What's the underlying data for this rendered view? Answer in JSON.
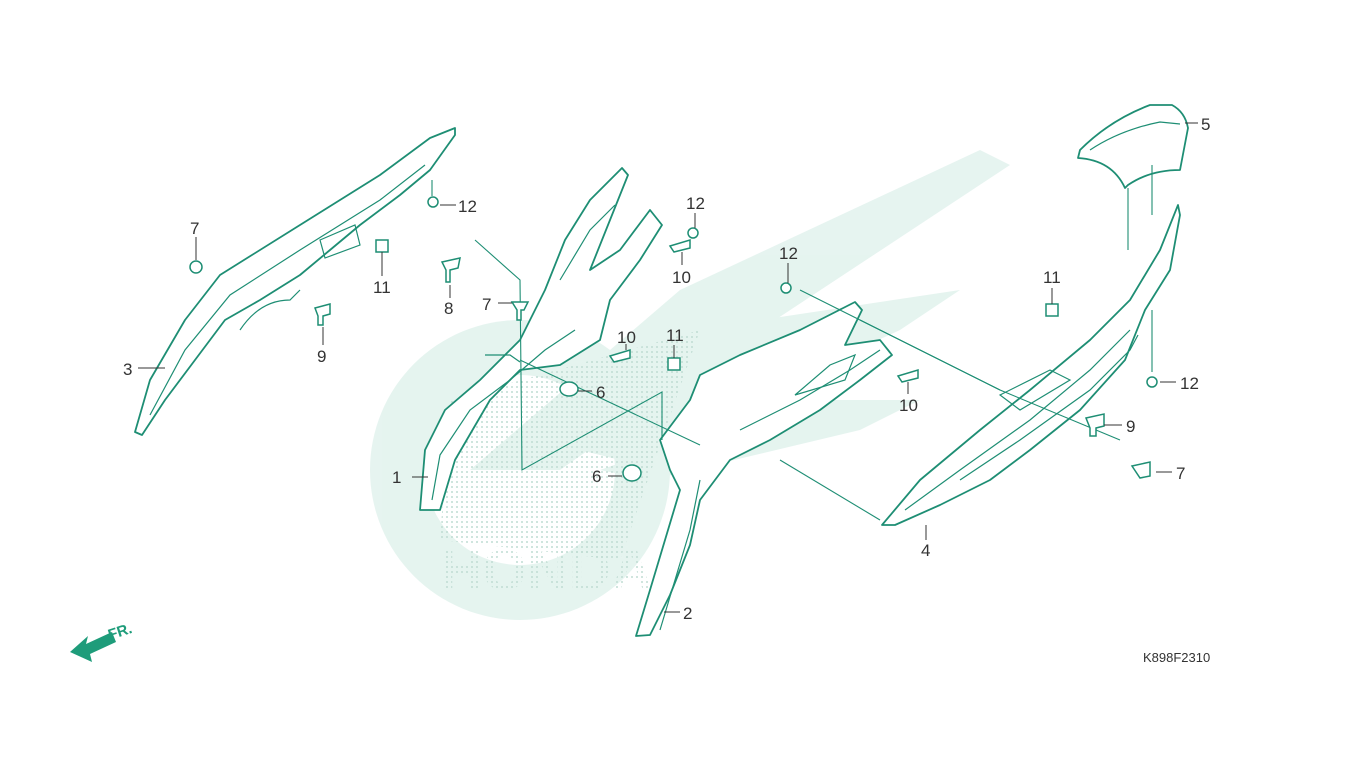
{
  "diagram": {
    "drawing_code": "K898F2310",
    "front_label": "FR.",
    "watermark_text": "HONDA",
    "colors": {
      "line": "#1e8e74",
      "watermark": "#e3f3ee",
      "watermark_dots": "#b9d9cf",
      "text": "#333333",
      "arrow": "#1e9c7a"
    },
    "callouts": [
      {
        "id": "c1",
        "text": "1"
      },
      {
        "id": "c2",
        "text": "2"
      },
      {
        "id": "c3",
        "text": "3"
      },
      {
        "id": "c4",
        "text": "4"
      },
      {
        "id": "c5",
        "text": "5"
      },
      {
        "id": "c6a",
        "text": "6"
      },
      {
        "id": "c6b",
        "text": "6"
      },
      {
        "id": "c7a",
        "text": "7"
      },
      {
        "id": "c7b",
        "text": "7"
      },
      {
        "id": "c7c",
        "text": "7"
      },
      {
        "id": "c8",
        "text": "8"
      },
      {
        "id": "c9a",
        "text": "9"
      },
      {
        "id": "c9b",
        "text": "9"
      },
      {
        "id": "c10a",
        "text": "10"
      },
      {
        "id": "c10b",
        "text": "10"
      },
      {
        "id": "c10c",
        "text": "10"
      },
      {
        "id": "c11a",
        "text": "11"
      },
      {
        "id": "c11b",
        "text": "11"
      },
      {
        "id": "c11c",
        "text": "11"
      },
      {
        "id": "c12a",
        "text": "12"
      },
      {
        "id": "c12b",
        "text": "12"
      },
      {
        "id": "c12c",
        "text": "12"
      },
      {
        "id": "c12d",
        "text": "12"
      }
    ]
  }
}
